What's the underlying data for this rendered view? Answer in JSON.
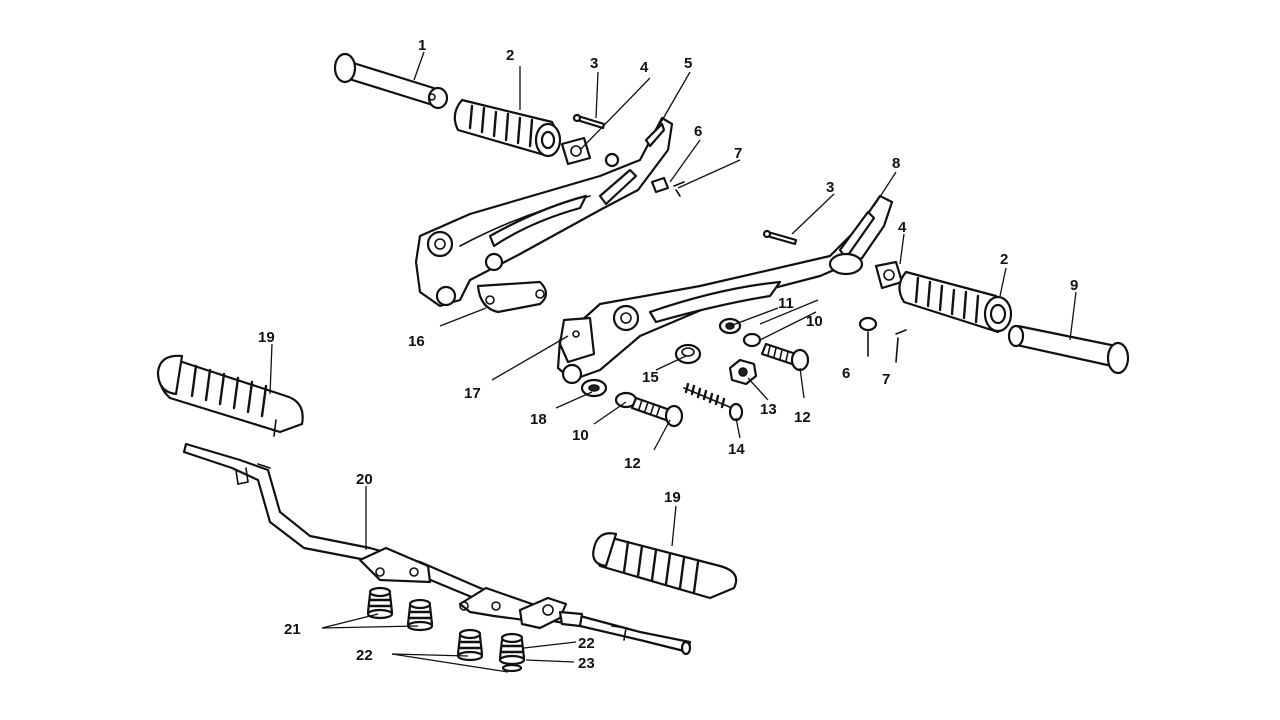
{
  "callouts": [
    {
      "label": "1"
    },
    {
      "label": "2"
    },
    {
      "label": "3"
    },
    {
      "label": "4"
    },
    {
      "label": "5"
    },
    {
      "label": "6"
    },
    {
      "label": "7"
    },
    {
      "label": "3"
    },
    {
      "label": "8"
    },
    {
      "label": "4"
    },
    {
      "label": "2"
    },
    {
      "label": "9"
    },
    {
      "label": "11"
    },
    {
      "label": "10"
    },
    {
      "label": "6"
    },
    {
      "label": "7"
    },
    {
      "label": "16"
    },
    {
      "label": "17"
    },
    {
      "label": "15"
    },
    {
      "label": "18"
    },
    {
      "label": "10"
    },
    {
      "label": "12"
    },
    {
      "label": "13"
    },
    {
      "label": "12"
    },
    {
      "label": "14"
    },
    {
      "label": "19"
    },
    {
      "label": "19"
    },
    {
      "label": "20"
    },
    {
      "label": "21"
    },
    {
      "label": "22"
    },
    {
      "label": "22"
    },
    {
      "label": "23"
    }
  ]
}
